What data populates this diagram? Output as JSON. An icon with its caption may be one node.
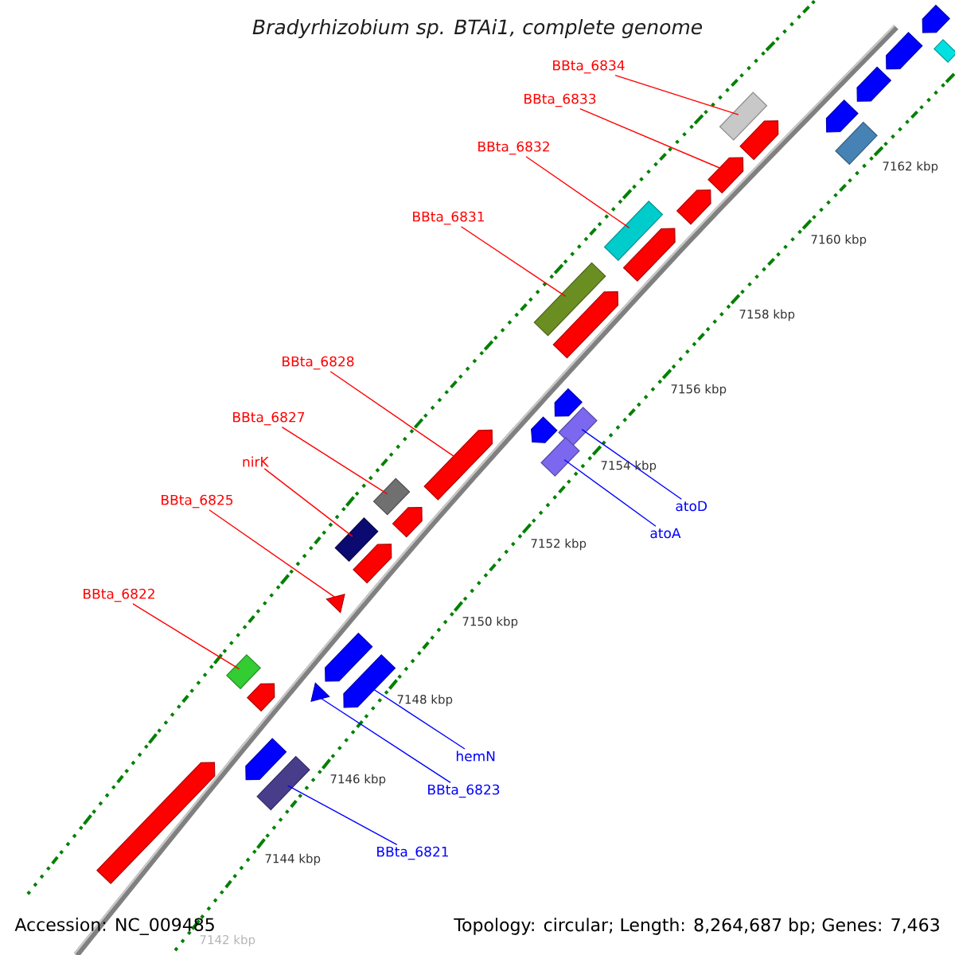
{
  "diagram": {
    "title": "Bradyrhizobium sp. BTAi1, complete genome",
    "nodes": [
      {
        "text": [
          "BBta_6834"
        ]
      },
      {
        "text": [
          "BBta_6833"
        ]
      },
      {
        "text": [
          "BBta_6832"
        ]
      },
      {
        "text": [
          "BBta_6831"
        ]
      },
      {
        "text": [
          "BBta_6828"
        ]
      },
      {
        "text": [
          "BBta_6827"
        ]
      },
      {
        "text": [
          "nirK"
        ]
      },
      {
        "text": [
          "BBta_6825"
        ]
      },
      {
        "text": [
          "BBta_6822"
        ]
      },
      {
        "text": [
          "atoD"
        ]
      },
      {
        "text": [
          "atoA"
        ]
      },
      {
        "text": [
          "hemN"
        ]
      },
      {
        "text": [
          "BBta_6823"
        ]
      },
      {
        "text": [
          "BBta_6821"
        ]
      },
      {
        "text": [],
        "shape": "box"
      },
      {
        "text": [],
        "shape": "pentagon"
      },
      {
        "text": [],
        "shape": "pentagon"
      },
      {
        "text": [],
        "shape": "pentagon"
      },
      {
        "text": [],
        "shape": "box"
      },
      {
        "text": [],
        "shape": "pentagon"
      },
      {
        "text": [],
        "shape": "box"
      },
      {
        "text": [],
        "shape": "pentagon"
      },
      {
        "text": [],
        "shape": "pentagon"
      },
      {
        "text": [],
        "shape": "box"
      },
      {
        "text": [],
        "shape": "pentagon"
      },
      {
        "text": [],
        "shape": "box"
      },
      {
        "text": [],
        "shape": "pentagon"
      },
      {
        "text": [],
        "shape": "triangle"
      },
      {
        "text": [],
        "shape": "box"
      },
      {
        "text": [],
        "shape": "pentagon"
      },
      {
        "text": [],
        "shape": "pentagon"
      },
      {
        "text": [],
        "shape": "pentagon"
      },
      {
        "text": [],
        "shape": "pentagon"
      },
      {
        "text": [],
        "shape": "pentagon"
      },
      {
        "text": [],
        "shape": "pentagon"
      },
      {
        "text": [],
        "shape": "box"
      },
      {
        "text": [],
        "shape": "box"
      },
      {
        "text": [],
        "shape": "pentagon"
      },
      {
        "text": [],
        "shape": "pentagon"
      },
      {
        "text": [],
        "shape": "box"
      },
      {
        "text": [],
        "shape": "box"
      },
      {
        "text": [],
        "shape": "pentagon"
      },
      {
        "text": [],
        "shape": "pentagon"
      },
      {
        "text": [],
        "shape": "triangle"
      },
      {
        "text": [],
        "shape": "pentagon"
      },
      {
        "text": [],
        "shape": "box"
      }
    ],
    "edges": [
      {
        "from": 0,
        "to": 14,
        "arrow": "none"
      },
      {
        "from": 1,
        "to": 16,
        "arrow": "none"
      },
      {
        "from": 2,
        "to": 18,
        "arrow": "none"
      },
      {
        "from": 3,
        "to": 20,
        "arrow": "none"
      },
      {
        "from": 4,
        "to": 22,
        "arrow": "none"
      },
      {
        "from": 5,
        "to": 23,
        "arrow": "none"
      },
      {
        "from": 6,
        "to": 25,
        "arrow": "none"
      },
      {
        "from": 7,
        "to": 27,
        "arrow": "none"
      },
      {
        "from": 8,
        "to": 28,
        "arrow": "none"
      },
      {
        "from": 9,
        "to": 39,
        "arrow": "none",
        "color": "#0000ff"
      },
      {
        "from": 10,
        "to": 40,
        "arrow": "none",
        "color": "#0000ff"
      },
      {
        "from": 11,
        "to": 42,
        "arrow": "none",
        "color": "#0000ff"
      },
      {
        "from": 12,
        "to": 43,
        "arrow": "none",
        "color": "#0000ff"
      },
      {
        "from": 13,
        "to": 45,
        "arrow": "none",
        "color": "#0000ff"
      }
    ],
    "labels": [
      "7162 kbp",
      "7160 kbp",
      "7158 kbp",
      "7156 kbp",
      "7154 kbp",
      "7152 kbp",
      "7150 kbp",
      "7148 kbp",
      "7146 kbp",
      "7144 kbp",
      "7142 kbp",
      "Accession: NC_009485",
      "Topology: circular; Length: 8,264,687 bp; Genes: 7,463"
    ]
  }
}
